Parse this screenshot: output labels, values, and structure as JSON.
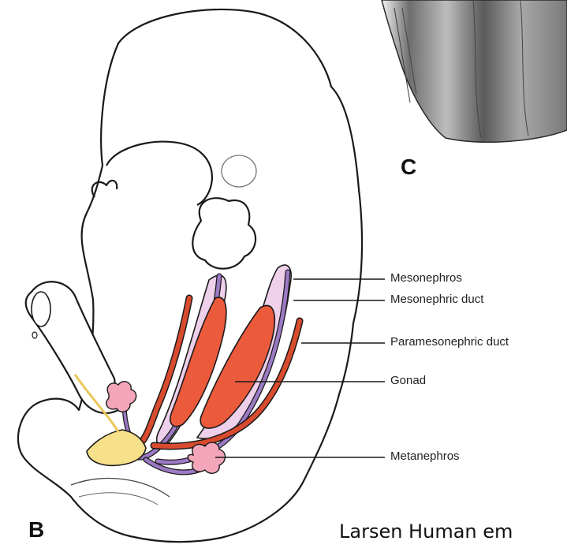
{
  "figure": {
    "panel_b": "B",
    "panel_c": "C",
    "labels": {
      "mesonephros": "Mesonephros",
      "mesonephric_duct": "Mesonephric duct",
      "paramesonephric_duct": "Paramesonephric duct",
      "gonad": "Gonad",
      "metanephros": "Metanephros"
    },
    "credit": "Larsen Human em"
  },
  "colors": {
    "mesonephros": "#eed0ea",
    "mesonephric_duct": "#9c79c4",
    "paramesonephric_duct": "#d94b2e",
    "gonad": "#ec5a3c",
    "metanephros": "#f3a6ba",
    "cloaca": "#f7e08a",
    "outline": "#1a1a1a"
  }
}
